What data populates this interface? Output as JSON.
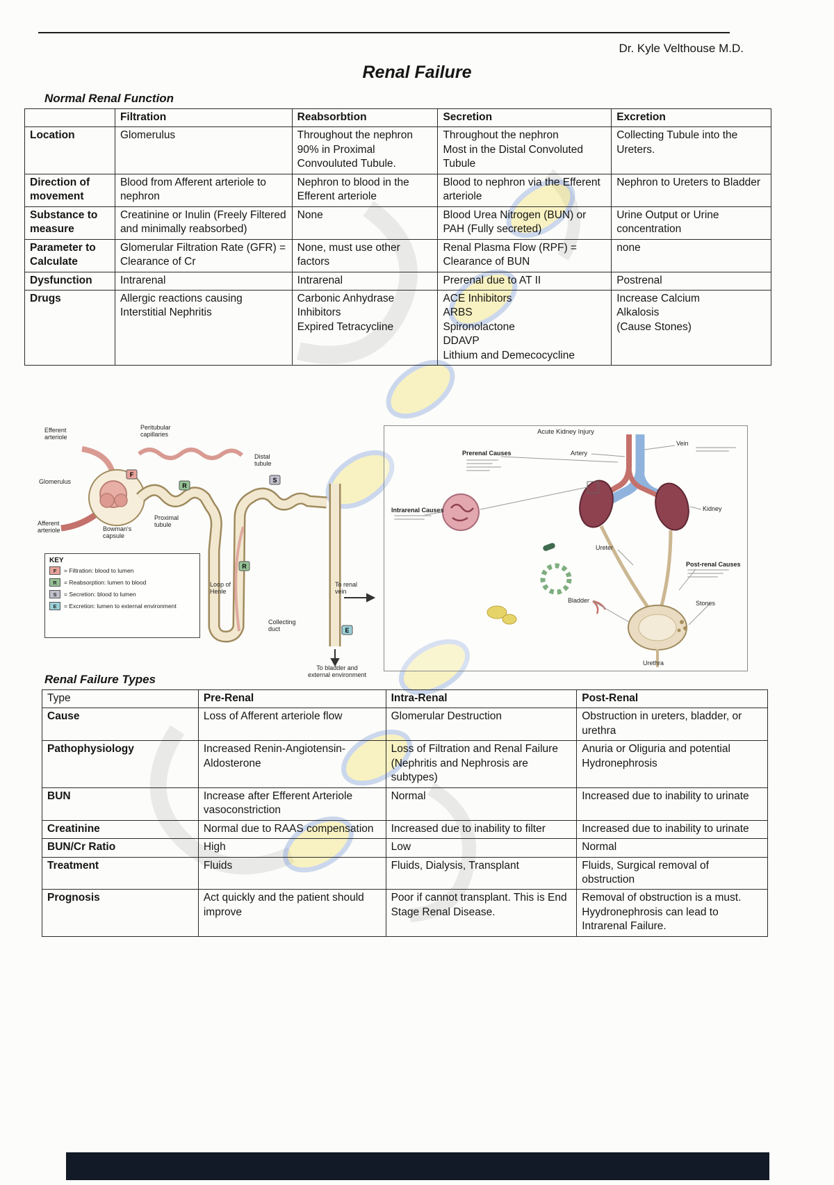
{
  "header": {
    "author": "Dr. Kyle Velthouse M.D.",
    "title": "Renal Failure"
  },
  "section1": {
    "heading": "Normal Renal Function",
    "table": {
      "columns": [
        "",
        "Filtration",
        "Reabsorbtion",
        "Secretion",
        "Excretion"
      ],
      "rows": [
        {
          "label": "Location",
          "cells": [
            "Glomerulus",
            "Throughout the nephron\n90% in Proximal Convouluted Tubule.",
            "Throughout the nephron\nMost in the Distal Convoluted Tubule",
            "Collecting Tubule into the Ureters."
          ]
        },
        {
          "label": "Direction of movement",
          "cells": [
            "Blood from Afferent arteriole to nephron",
            "Nephron to blood in the Efferent arteriole",
            "Blood to nephron via the Efferent arteriole",
            "Nephron to Ureters to Bladder"
          ]
        },
        {
          "label": "Substance to measure",
          "cells": [
            "Creatinine or Inulin (Freely Filtered and minimally reabsorbed)",
            "None",
            "Blood Urea Nitrogen (BUN) or PAH (Fully secreted)",
            "Urine Output or Urine concentration"
          ]
        },
        {
          "label": "Parameter to Calculate",
          "cells": [
            "Glomerular Filtration Rate (GFR) = Clearance of Cr",
            "None, must use other factors",
            "Renal Plasma Flow (RPF) = Clearance of BUN",
            "none"
          ]
        },
        {
          "label": "Dysfunction",
          "cells": [
            "Intrarenal",
            "Intrarenal",
            "Prerenal due to AT II",
            "Postrenal"
          ]
        },
        {
          "label": "Drugs",
          "cells": [
            "Allergic reactions causing Interstitial Nephritis",
            "Carbonic Anhydrase Inhibitors\nExpired Tetracycline",
            "ACE Inhibitors\nARBS\nSpironolactone\nDDAVP\nLithium and Demecocycline",
            "Increase Calcium\nAlkalosis\n(Cause Stones)"
          ]
        }
      ]
    }
  },
  "diagram_left": {
    "letters": {
      "f": "F",
      "r": "R",
      "s": "S",
      "e": "E"
    },
    "labels": {
      "efferent_arteriole": "Efferent\narteriole",
      "peritubular_capillaries": "Peritubular\ncapillaries",
      "glomerulus": "Glomerulus",
      "distal_tubule": "Distal\ntubule",
      "afferent_arteriole": "Afferent\narteriole",
      "bowmans_capsule": "Bowman's\ncapsule",
      "proximal_tubule": "Proximal\ntubule",
      "loop_of_henle": "Loop of\nHenle",
      "collecting_duct": "Collecting\nduct",
      "to_renal_vein": "To renal\nvein",
      "to_bladder": "To bladder and\nexternal environment"
    },
    "key": {
      "title": "KEY",
      "f": "= Filtration: blood to lumen",
      "r": "= Reabsorption: lumen to blood",
      "s": "= Secretion: blood to lumen",
      "e": "= Excretion: lumen to external environment"
    }
  },
  "diagram_right": {
    "title": "Acute Kidney Injury",
    "labels": {
      "prerenal": "Prerenal Causes",
      "intrarenal": "Intrarenal Causes",
      "postrenal": "Post-renal Causes",
      "artery": "Artery",
      "vein": "Vein",
      "kidney": "Kidney",
      "ureter": "Ureter",
      "bladder": "Bladder",
      "urethra": "Urethra",
      "stones": "Stones"
    }
  },
  "section2": {
    "heading": "Renal Failure Types",
    "table": {
      "columns": [
        "Type",
        "Pre-Renal",
        "Intra-Renal",
        "Post-Renal"
      ],
      "rows": [
        {
          "label": "Cause",
          "cells": [
            "Loss of Afferent arteriole flow",
            "Glomerular Destruction",
            "Obstruction in ureters, bladder, or urethra"
          ]
        },
        {
          "label": "Pathophysiology",
          "cells": [
            "Increased Renin-Angiotensin-Aldosterone",
            "Loss of Filtration and Renal Failure (Nephritis and Nephrosis are subtypes)",
            "Anuria or Oliguria and potential Hydronephrosis"
          ]
        },
        {
          "label": "BUN",
          "cells": [
            "Increase after Efferent Arteriole vasoconstriction",
            "Normal",
            "Increased due to inability to urinate"
          ]
        },
        {
          "label": "Creatinine",
          "cells": [
            "Normal due to RAAS compensation",
            "Increased due to inability to filter",
            "Increased due to inability to urinate"
          ]
        },
        {
          "label": "BUN/Cr Ratio",
          "cells": [
            "High",
            "Low",
            "Normal"
          ]
        },
        {
          "label": "Treatment",
          "cells": [
            "Fluids",
            "Fluids, Dialysis, Transplant",
            "Fluids, Surgical removal of obstruction"
          ]
        },
        {
          "label": "Prognosis",
          "cells": [
            "Act quickly and the patient should improve",
            "Poor if cannot transplant. This is End Stage Renal Disease.",
            "Removal of obstruction is a must. Hyydronephrosis can lead to Intrarenal Failure."
          ]
        }
      ]
    }
  }
}
